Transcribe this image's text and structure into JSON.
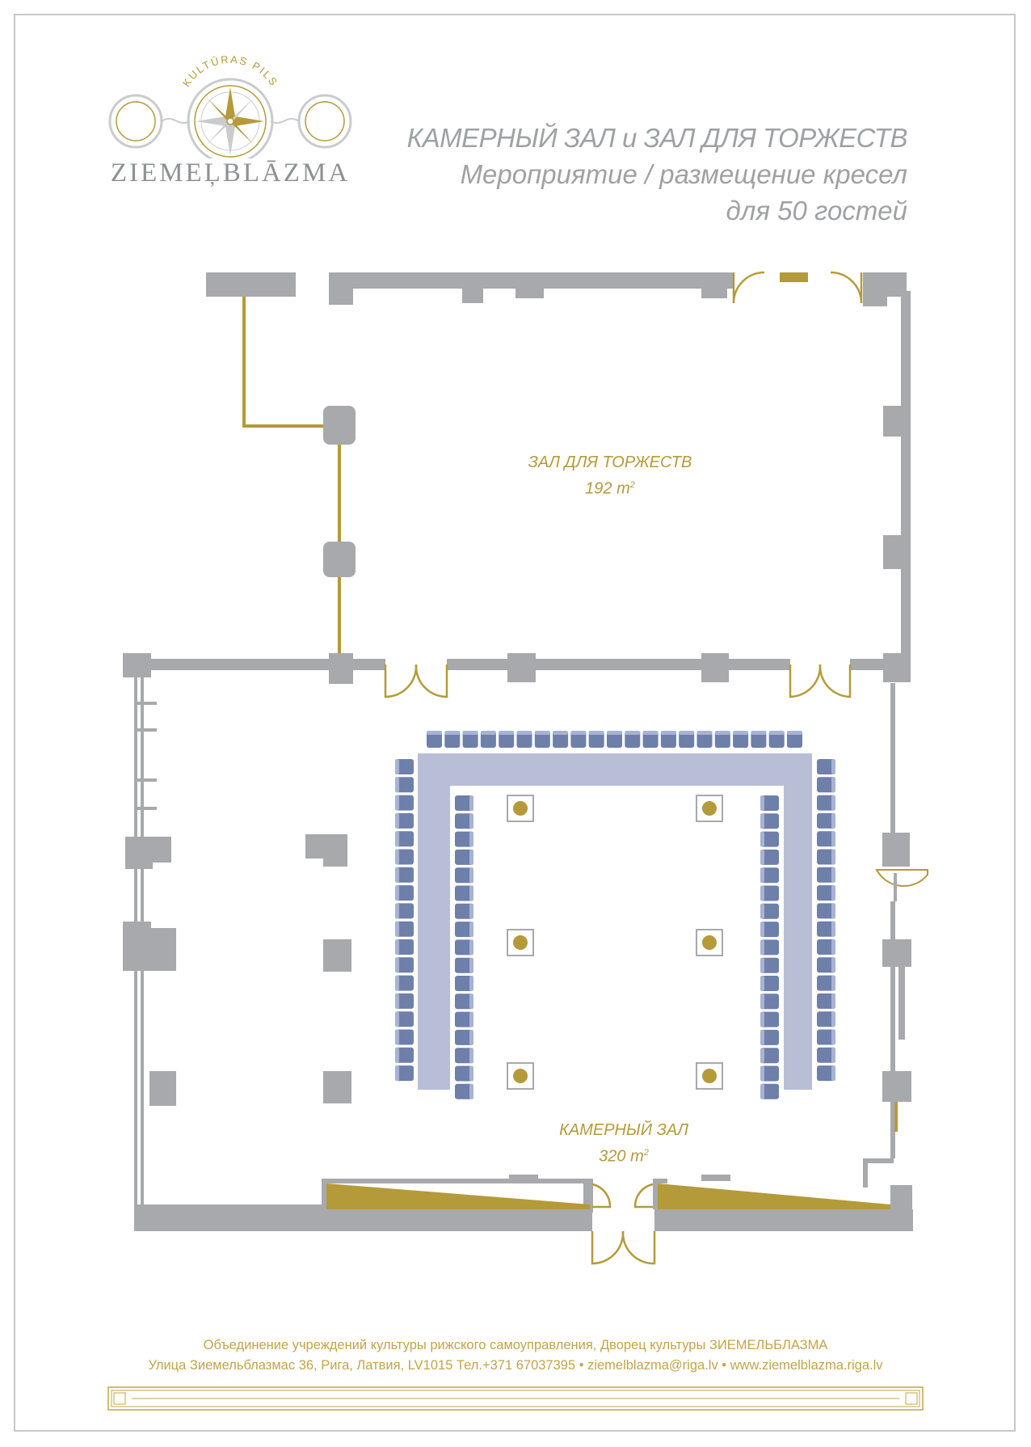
{
  "logo": {
    "arc_text": "KULTŪRAS PILS",
    "name": "ZIEMEĻBLĀZMA"
  },
  "heading": {
    "line1": "КАМЕРНЫЙ ЗАЛ и ЗАЛ ДЛЯ ТОРЖЕСТВ",
    "line2": "Мероприятие / размещение кресел",
    "line3": "для 50 гостей"
  },
  "rooms": {
    "festive": {
      "name": "ЗАЛ ДЛЯ ТОРЖЕСТВ",
      "area": "192 m",
      "unit_sup": "2"
    },
    "chamber": {
      "name": "КАМЕРНЫЙ ЗАЛ",
      "area": "320 m",
      "unit_sup": "2"
    }
  },
  "seating": {
    "layout": "u-shape",
    "guests": 50,
    "top_row_chairs": 21,
    "side_outer_chairs_per_column": 18,
    "side_inner_chairs_per_column": 17
  },
  "colors": {
    "wall": "#a7a9ac",
    "accent_gold": "#b59a3a",
    "table": "#b8bed6",
    "chair": "#6e7faa",
    "chair_light": "#a7b3d3"
  },
  "footer": {
    "line1": "Объединение учреждений культуры рижского самоуправления, Дворец культуры ЗИЕМЕЛЬБЛАЗМА",
    "line2": "Улица Зиемельблазмас 36, Рига, Латвия, LV1015 Тел.+371 67037395 • ziemelblazma@riga.lv • www.ziemelblazma.riga.lv"
  }
}
